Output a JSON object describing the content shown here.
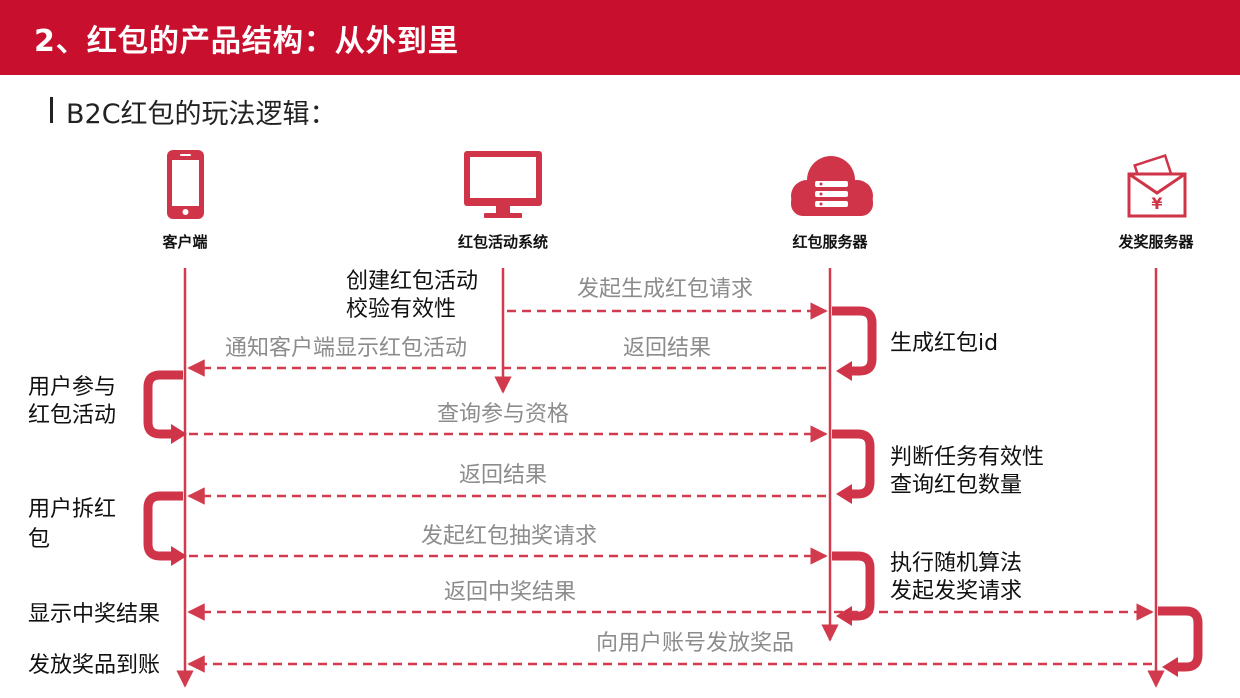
{
  "header": {
    "title": "2、红包的产品结构：从外到里",
    "subtitle": "B2C红包的玩法逻辑："
  },
  "lanes": [
    {
      "label": "客户端",
      "icon": "smartphone-icon"
    },
    {
      "label": "红包活动系统",
      "icon": "monitor-icon"
    },
    {
      "label": "红包服务器",
      "icon": "cloud-server-icon"
    },
    {
      "label": "发奖服务器",
      "icon": "prize-envelope-icon"
    }
  ],
  "messages": [
    {
      "text": "发起生成红包请求"
    },
    {
      "text": "通知客户端显示红包活动"
    },
    {
      "text": "返回结果"
    },
    {
      "text": "查询参与资格"
    },
    {
      "text": "返回结果"
    },
    {
      "text": "发起红包抽奖请求"
    },
    {
      "text": "返回中奖结果"
    },
    {
      "text": "向用户账号发放奖品"
    }
  ],
  "notes": {
    "activity_create": [
      "创建红包活动",
      "校验有效性"
    ],
    "generate_id": "生成红包id",
    "user_join": [
      "用户参与",
      "红包活动"
    ],
    "judge": [
      "判断任务有效性",
      "查询红包数量"
    ],
    "user_open": [
      "用户拆红",
      "包"
    ],
    "draw": [
      "执行随机算法",
      "发起发奖请求"
    ],
    "show_result": "显示中奖结果",
    "deliver": "发放奖品到账"
  },
  "colors": {
    "brand_red": "#c8102e",
    "line_red": "#d23a4e",
    "loop_red": "#cf3448",
    "message_gray": "#8c8c8c"
  }
}
